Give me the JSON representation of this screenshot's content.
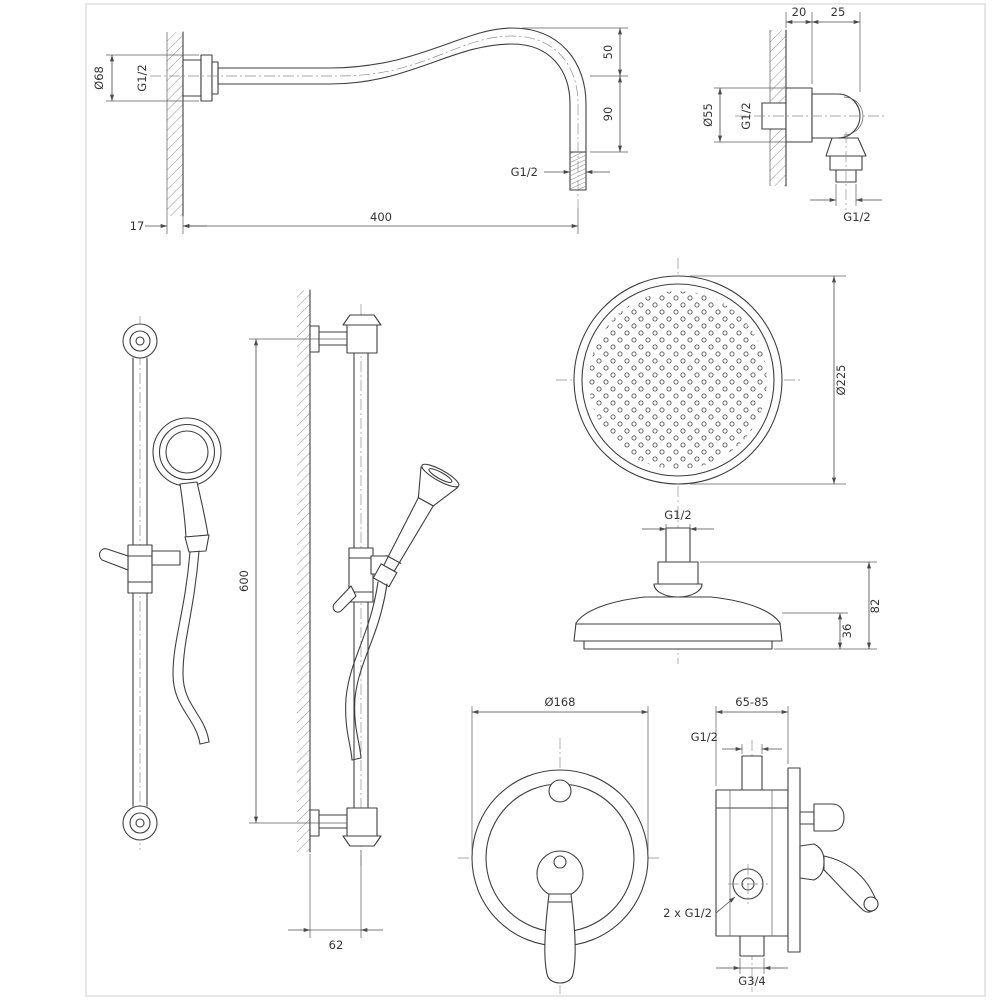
{
  "drawing": {
    "views": {
      "shower_arm": {
        "dims": {
          "flange_diameter": "Ø68",
          "wall_thread": "G1/2",
          "rise": "50",
          "drop": "90",
          "outlet_thread": "G1/2",
          "wall_thickness": "17",
          "length": "400"
        }
      },
      "wall_outlet": {
        "dims": {
          "recess_depth": "20",
          "projection": "25",
          "flange_diameter": "Ø55",
          "inlet_thread": "G1/2",
          "outlet_thread": "G1/2"
        }
      },
      "slide_rail": {
        "dims": {
          "rail_length": "600",
          "wall_offset": "62"
        }
      },
      "shower_head_top": {
        "dims": {
          "diameter": "Ø225"
        }
      },
      "shower_head_side": {
        "dims": {
          "thread": "G1/2",
          "overall_height": "82",
          "head_height": "36"
        }
      },
      "mixer_front": {
        "dims": {
          "escutcheon_diameter": "Ø168"
        }
      },
      "mixer_side": {
        "dims": {
          "installation_depth": "65-85",
          "top_outlet_thread": "G1/2",
          "inlet_threads": "2 x G1/2",
          "bottom_outlet_thread": "G3/4"
        }
      }
    }
  }
}
